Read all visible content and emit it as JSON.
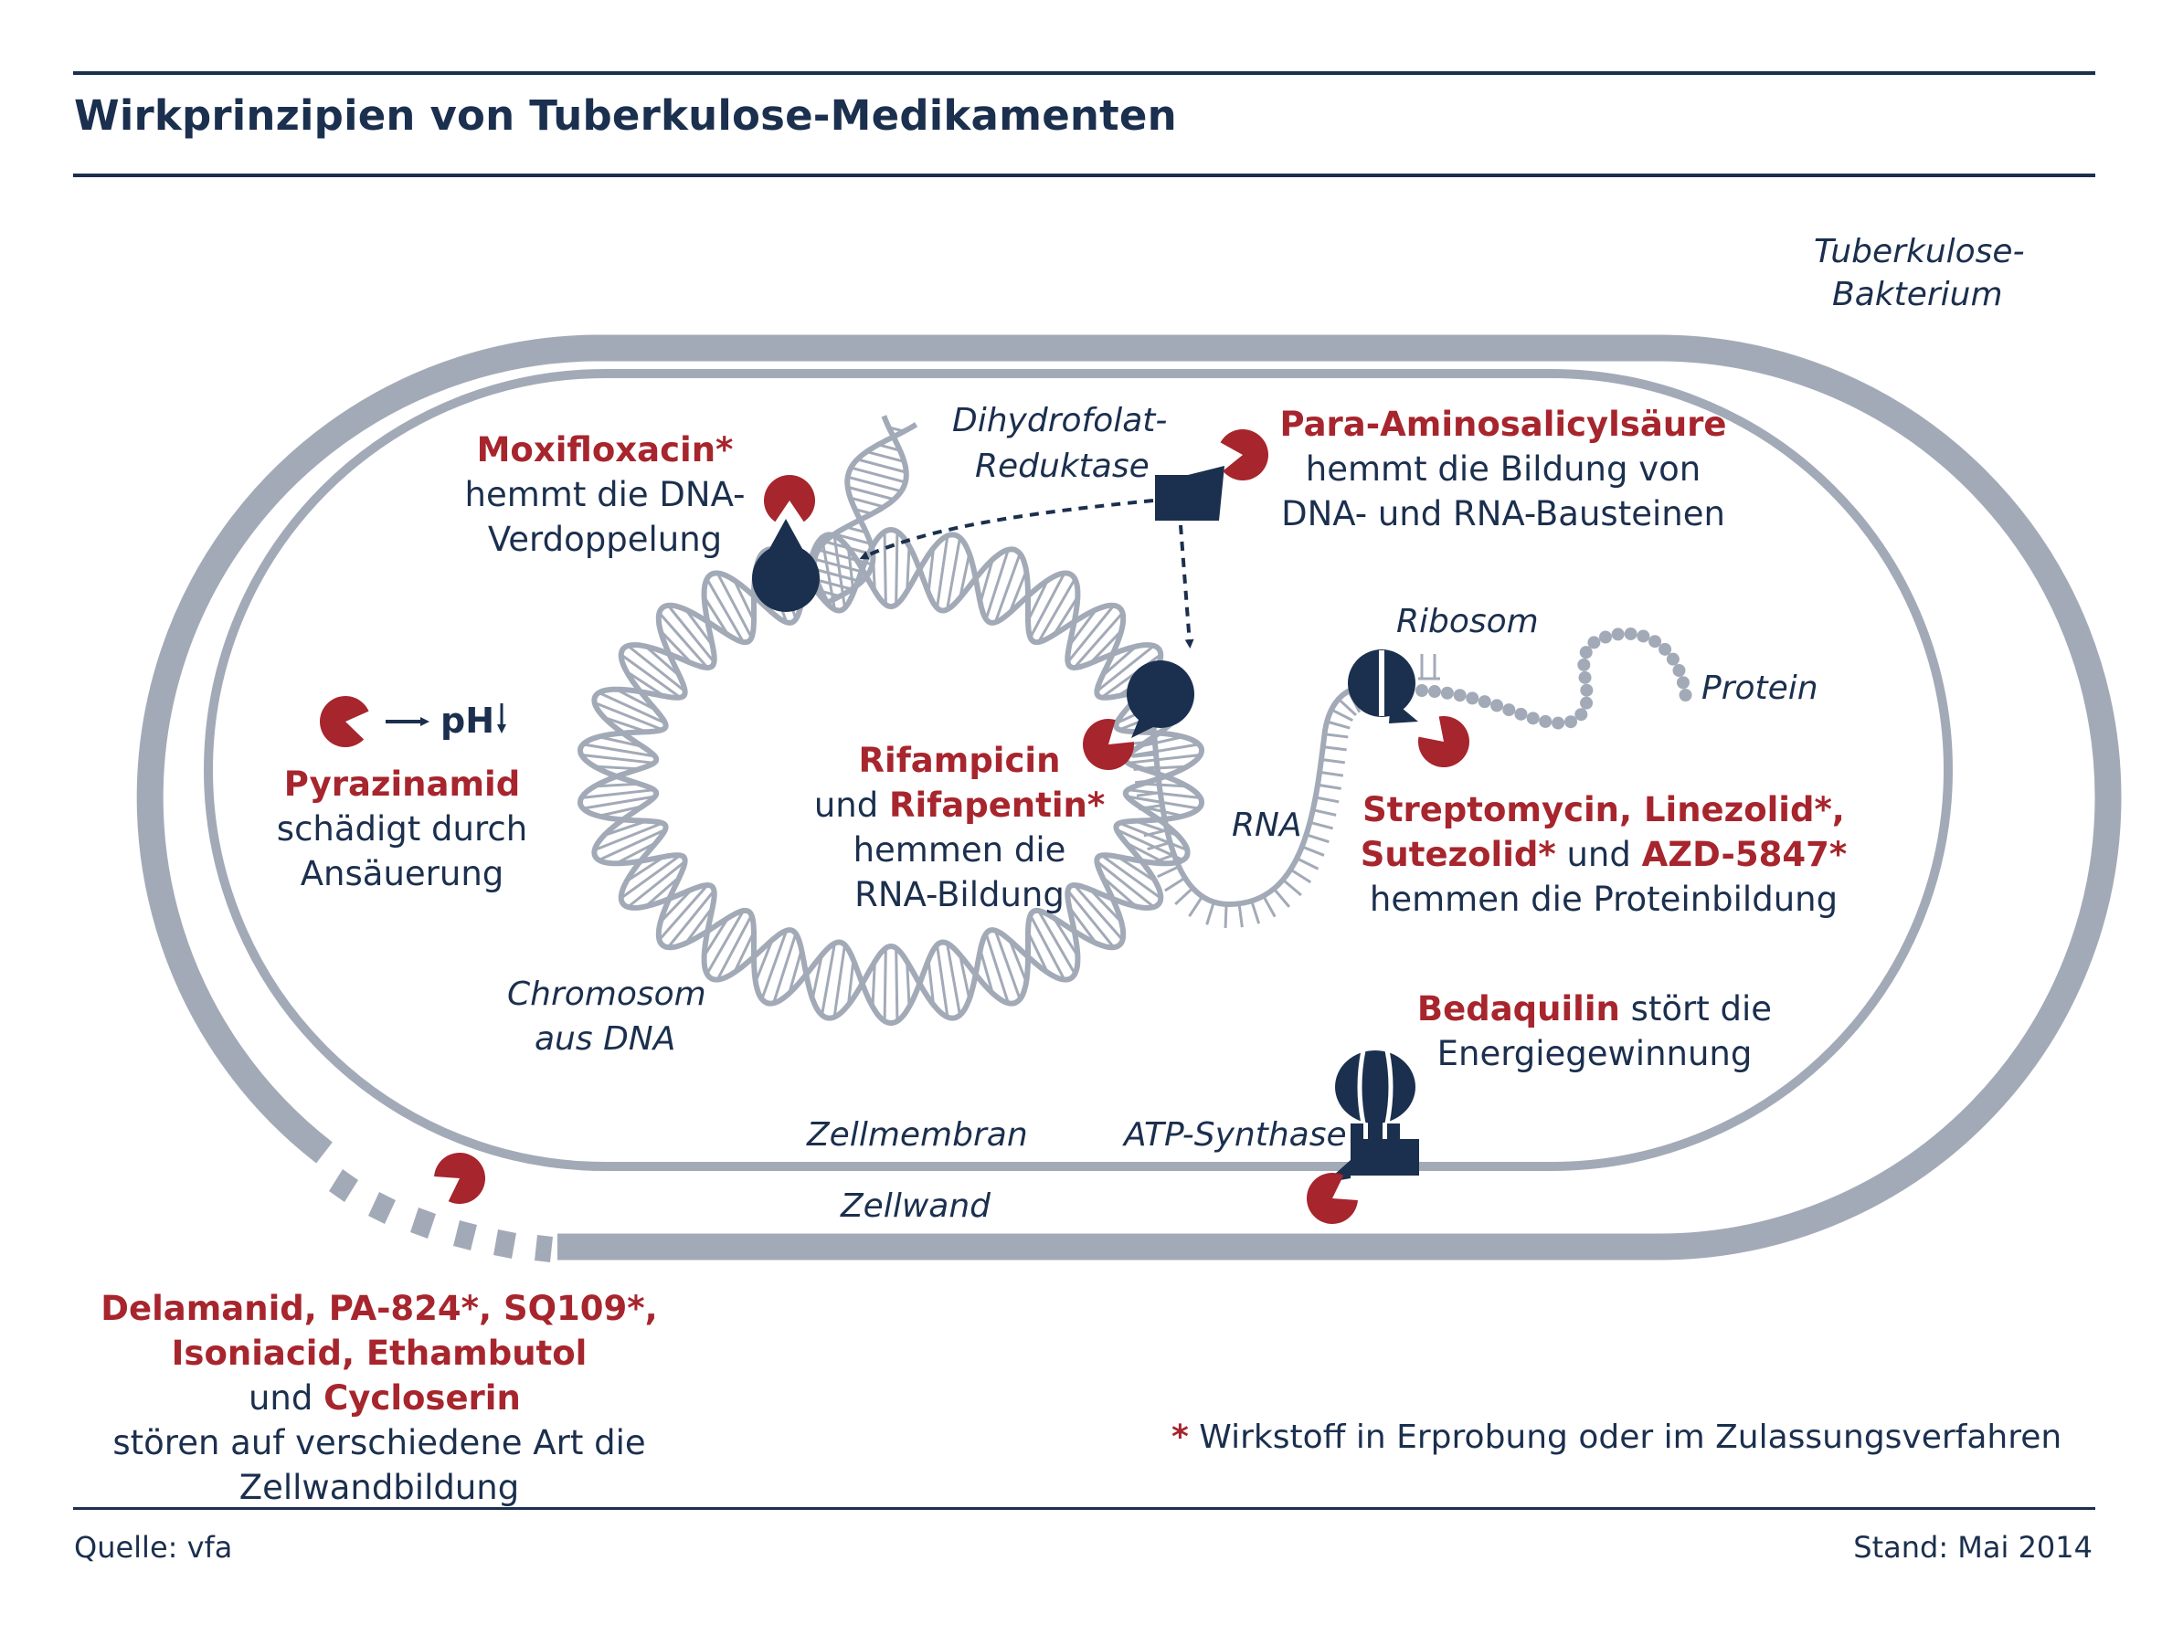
{
  "title": "Wirkprinzipien von Tuberkulose-Medikamenten",
  "colors": {
    "navy": "#1b2f4e",
    "red": "#a7252d",
    "grey": "#a3aab7"
  },
  "labels": {
    "bacterium_line1": "Tuberkulose-",
    "bacterium_line2": "Bakterium",
    "dhfr_line1": "Dihydrofolat-",
    "dhfr_line2": "Reduktase",
    "ribosom": "Ribosom",
    "protein": "Protein",
    "rna": "RNA",
    "chromosom_line1": "Chromosom",
    "chromosom_line2": "aus DNA",
    "zellmembran": "Zellmembran",
    "atp_synthase": "ATP-Synthase",
    "zellwand": "Zellwand",
    "ph": "pH"
  },
  "moxifloxacin": {
    "drug": "Moxifloxacin*",
    "line2": "hemmt die DNA-",
    "line3": "Verdoppelung"
  },
  "pas": {
    "drug": "Para-Aminosalicylsäure",
    "line2": "hemmt die Bildung von",
    "line3": "DNA- und RNA-Bausteinen"
  },
  "pyrazinamid": {
    "drug": "Pyrazinamid",
    "line2": "schädigt durch",
    "line3": "Ansäuerung"
  },
  "rifampicin": {
    "drug1": "Rifampicin",
    "connector": "und ",
    "drug2": "Rifapentin*",
    "line3": "hemmen die",
    "line4": "RNA-Bildung"
  },
  "streptomycin": {
    "line1": "Streptomycin, Linezolid*,",
    "drug_sutezolid": "Sutezolid*",
    "connector": " und ",
    "drug_azd": "AZD-5847*",
    "line3": "hemmen die Proteinbildung"
  },
  "bedaquilin": {
    "drug": "Bedaquilin",
    "rest": " stört die",
    "line2": "Energiegewinnung"
  },
  "cellwall_drugs": {
    "line1": "Delamanid, PA-824*, SQ109*,",
    "line2_drugs": "Isoniacid, Ethambutol",
    "connector": " und ",
    "line2_drug3": "Cycloserin",
    "line3": "stören auf verschiedene Art die",
    "line4": "Zellwandbildung"
  },
  "footnote": {
    "star": "*",
    "text": " Wirkstoff in Erprobung oder im Zulassungsverfahren"
  },
  "source": "Quelle: vfa",
  "date": "Stand: Mai 2014"
}
